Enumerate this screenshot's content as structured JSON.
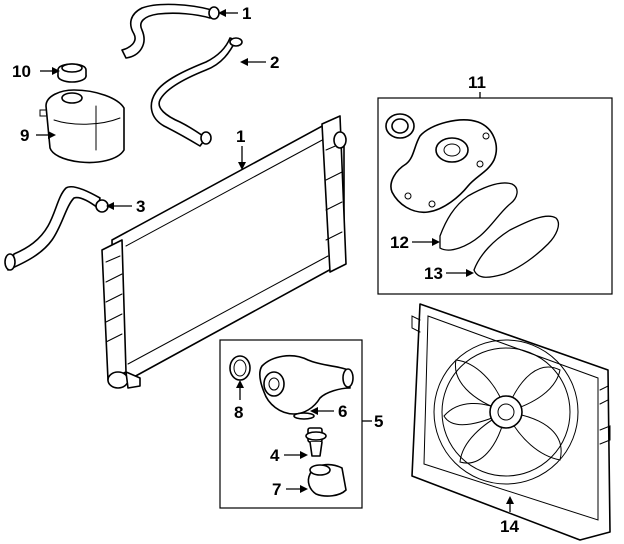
{
  "callouts": {
    "c1a": "1",
    "c1b": "1",
    "c2": "2",
    "c3": "3",
    "c4": "4",
    "c5": "5",
    "c6": "6",
    "c7": "7",
    "c8": "8",
    "c9": "9",
    "c10": "10",
    "c11": "11",
    "c12": "12",
    "c13": "13",
    "c14": "14"
  }
}
